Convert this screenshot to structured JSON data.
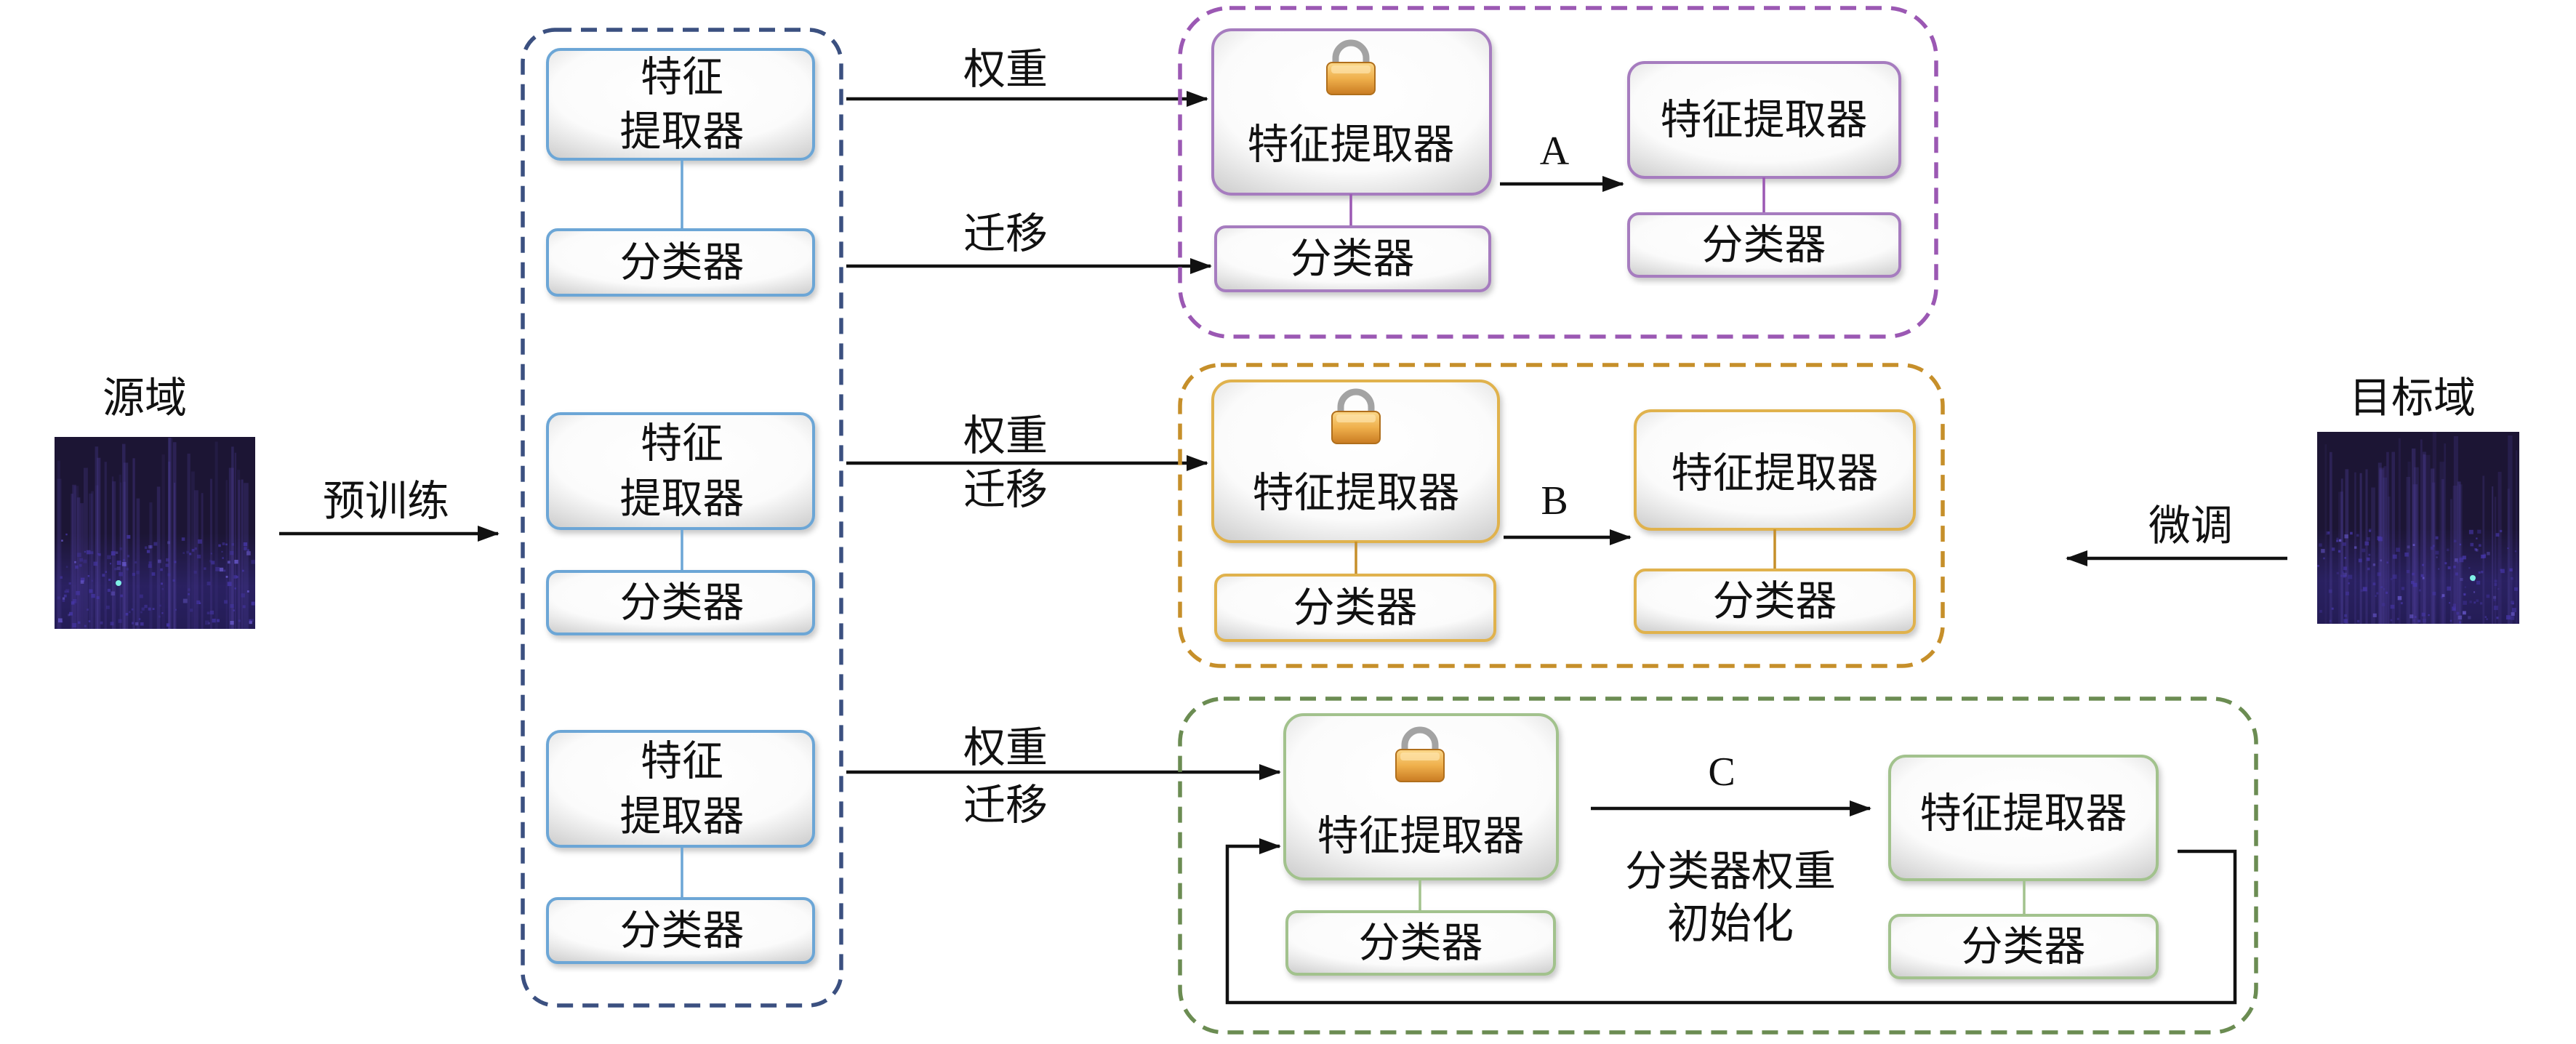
{
  "source": {
    "label": "源域"
  },
  "target": {
    "label": "目标域"
  },
  "pretrain": {
    "label": "预训练",
    "frame_color": "#3b5080",
    "box_color": "#6ca6d6",
    "models": [
      {
        "feature_extractor": [
          "特征",
          "提取器"
        ],
        "classifier": "分类器"
      },
      {
        "feature_extractor": [
          "特征",
          "提取器"
        ],
        "classifier": "分类器"
      },
      {
        "feature_extractor": [
          "特征",
          "提取器"
        ],
        "classifier": "分类器"
      }
    ]
  },
  "finetune": {
    "label": "微调"
  },
  "strategies": [
    {
      "letter": "A",
      "transfer_labels": [
        "权重",
        "迁移"
      ],
      "frame_color": "#9b58b3",
      "box_color": "#a67cbf",
      "frozen_model": {
        "icon": "lock-icon",
        "feature_extractor": "特征提取器",
        "classifier": "分类器"
      },
      "target_model": {
        "feature_extractor": "特征提取器",
        "classifier": "分类器"
      }
    },
    {
      "letter": "B",
      "transfer_labels": [
        "权重",
        "迁移"
      ],
      "frame_color": "#c68f2a",
      "box_color": "#e0b24e",
      "frozen_model": {
        "icon": "lock-icon",
        "feature_extractor": "特征提取器",
        "classifier": "分类器"
      },
      "target_model": {
        "feature_extractor": "特征提取器",
        "classifier": "分类器"
      }
    },
    {
      "letter": "C",
      "transfer_labels": [
        "权重",
        "迁移"
      ],
      "note": [
        "分类器权重",
        "初始化"
      ],
      "frame_color": "#6b8c52",
      "box_color": "#a2c28d",
      "frozen_model": {
        "icon": "lock-icon",
        "feature_extractor": "特征提取器",
        "classifier": "分类器"
      },
      "target_model": {
        "feature_extractor": "特征提取器",
        "classifier": "分类器"
      }
    }
  ]
}
